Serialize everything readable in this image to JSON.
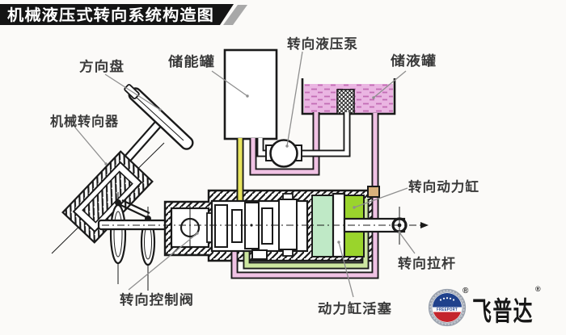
{
  "title": {
    "text": "机械液压式转向系统构造图"
  },
  "labels": {
    "steering_wheel": "方向盘",
    "mechanical_steering_gear": "机械转向器",
    "accumulator_tank": "储能罐",
    "steering_hydraulic_pump": "转向液压泵",
    "reservoir_tank": "储液罐",
    "steering_power_cylinder": "转向动力缸",
    "steering_tie_rod": "转向拉杆",
    "steering_control_valve": "转向控制阀",
    "power_cylinder_piston": "动力缸活塞"
  },
  "logo": {
    "brand_zh": "飞普达",
    "brand_en": "FREEPORT",
    "registered_mark": "®"
  },
  "colors": {
    "banner_bg": "#141414",
    "banner_accent": "#a8a8a8",
    "title_text": "#ffffff",
    "label_text": "#3a3a3a",
    "leader_line": "#8f8f8f",
    "line_ink": "#1a1a1a",
    "pipe_yellow": "#e7e45e",
    "pipe_pink": "#f0c2e4",
    "pipe_green": "#cde6a0",
    "pipe_white": "#ffffff",
    "reservoir_liquid": "#eab5e2",
    "liquid_dash": "#c36cb4",
    "chamber_left_green": "#bfe9c6",
    "chamber_right_green": "#9ad42c",
    "port_tan": "#d8b17c",
    "logo_navy": "#20418c",
    "logo_red": "#c4252c",
    "logo_silver": "#c3c7cf"
  }
}
